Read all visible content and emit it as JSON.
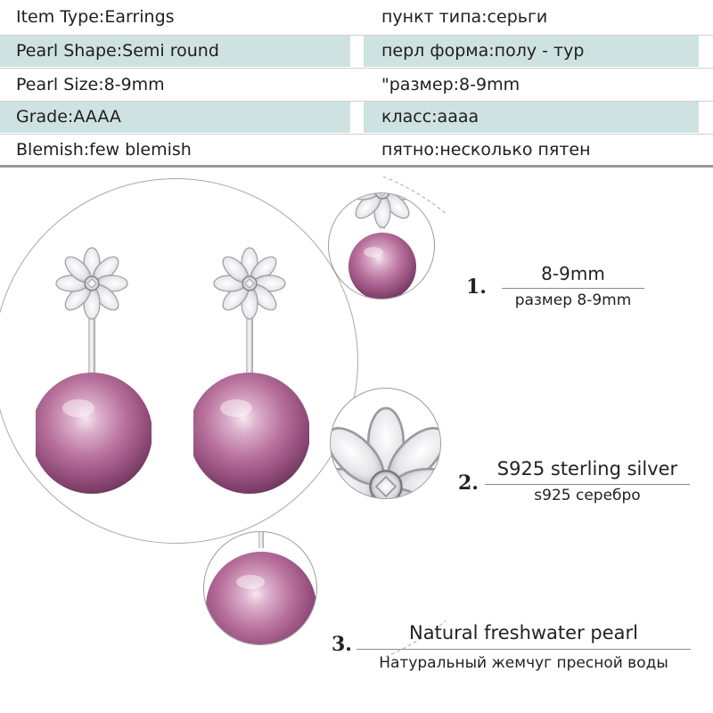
{
  "specs": [
    {
      "en": "Item Type:Earrings",
      "ru": "пункт типа:серьги",
      "shaded": false
    },
    {
      "en": "Pearl Shape:Semi round",
      "ru": "перл форма:полу - тур",
      "shaded": true
    },
    {
      "en": "Pearl Size:8-9mm",
      "ru": "\"размер:8-9mm",
      "shaded": false
    },
    {
      "en": "Grade:AAAA",
      "ru": "класс:аааа",
      "shaded": true
    },
    {
      "en": "Blemish:few blemish",
      "ru": "пятно:несколько пятен",
      "shaded": false
    }
  ],
  "features": [
    {
      "number": "1.",
      "en": "8-9mm",
      "ru": "размер 8-9mm"
    },
    {
      "number": "2.",
      "en": "S925 sterling silver",
      "ru": "s925 серебро"
    },
    {
      "number": "3.",
      "en": "Natural freshwater pearl",
      "ru": "Натуральный жемчуг пресной воды"
    }
  ],
  "colors": {
    "row_shade": "#cfe2e2",
    "pearl": "#b56a97",
    "silver": "#d9d9dd"
  }
}
